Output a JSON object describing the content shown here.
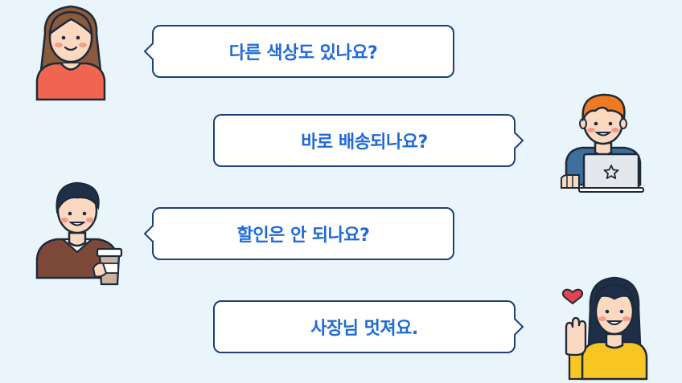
{
  "messages": [
    {
      "text": "다른 색상도 있나요?",
      "side": "left"
    },
    {
      "text": "바로 배송되나요?",
      "side": "right"
    },
    {
      "text": "할인은 안 되나요?",
      "side": "left"
    },
    {
      "text": "사장님 멋져요.",
      "side": "right"
    }
  ],
  "avatars": [
    {
      "icon": "woman-long-hair-icon"
    },
    {
      "icon": "man-with-laptop-icon"
    },
    {
      "icon": "man-with-coffee-icon"
    },
    {
      "icon": "woman-waving-heart-icon"
    }
  ],
  "colors": {
    "background": "#eaf4fb",
    "bubble_border": "#1e3f7a",
    "text": "#1f6ad6",
    "skin": "#fbd9c1",
    "cheek": "#f59a8a",
    "outline": "#1d2a3a"
  }
}
